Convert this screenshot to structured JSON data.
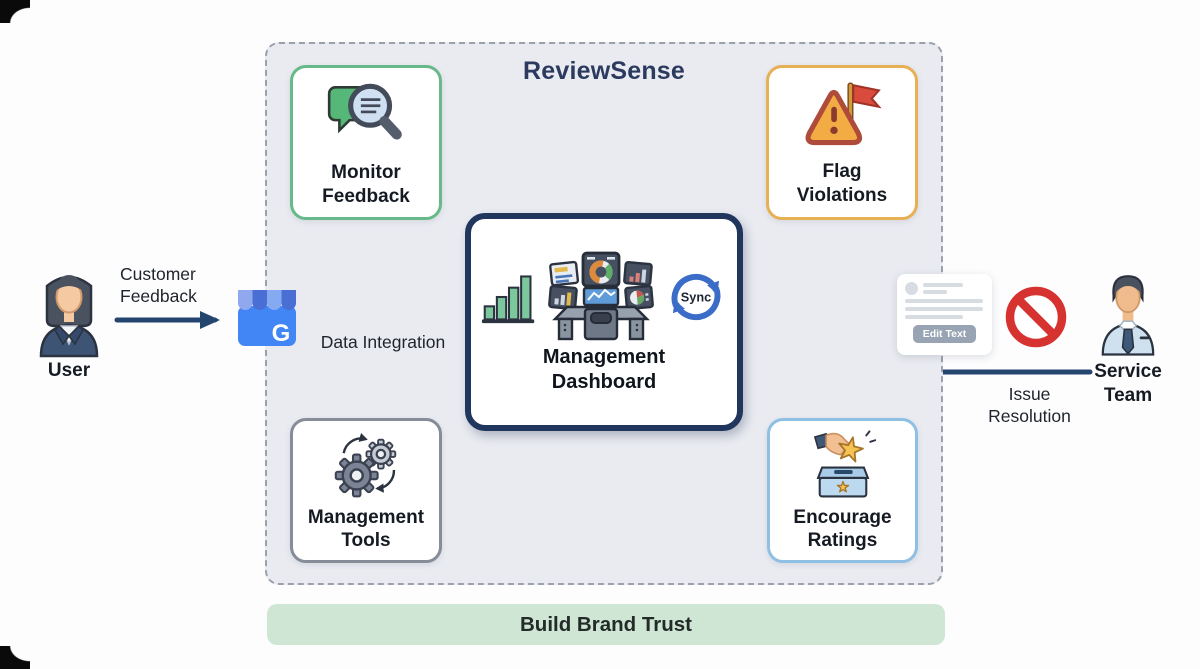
{
  "title": "ReviewSense",
  "colors": {
    "navy": "#24456e",
    "container_bg": "#e9ebf1",
    "monitor_border": "#67b98a",
    "flag_border": "#e7b055",
    "tools_border": "#868d98",
    "ratings_border": "#8fbfe3",
    "dashboard_border": "#20365c",
    "banner_bg": "#cfe6d4",
    "prohibition_red": "#d63230"
  },
  "nodes": {
    "monitor_feedback": {
      "label": "Monitor Feedback",
      "icon": "magnifier-chat-icon"
    },
    "flag_violations": {
      "label": "Flag Violations",
      "icon": "warning-flag-icon"
    },
    "management_tools": {
      "label": "Management Tools",
      "icon": "gears-icon"
    },
    "encourage_ratings": {
      "label": "Encourage Ratings",
      "icon": "star-ballot-icon"
    },
    "dashboard": {
      "label": "Management Dashboard",
      "sync_label": "Sync",
      "icons": [
        "bar-chart-icon",
        "control-console-icon",
        "sync-icon"
      ]
    }
  },
  "left_flow": {
    "user_label": "User",
    "customer_feedback_label": "Customer Feedback",
    "google_g": "G",
    "data_integration_label": "Data Integration"
  },
  "right_flow": {
    "edit_text_label": "Edit Text",
    "issue_resolution_label": "Issue Resolution",
    "service_team_label": "Service Team"
  },
  "banner": {
    "label": "Build Brand Trust"
  }
}
